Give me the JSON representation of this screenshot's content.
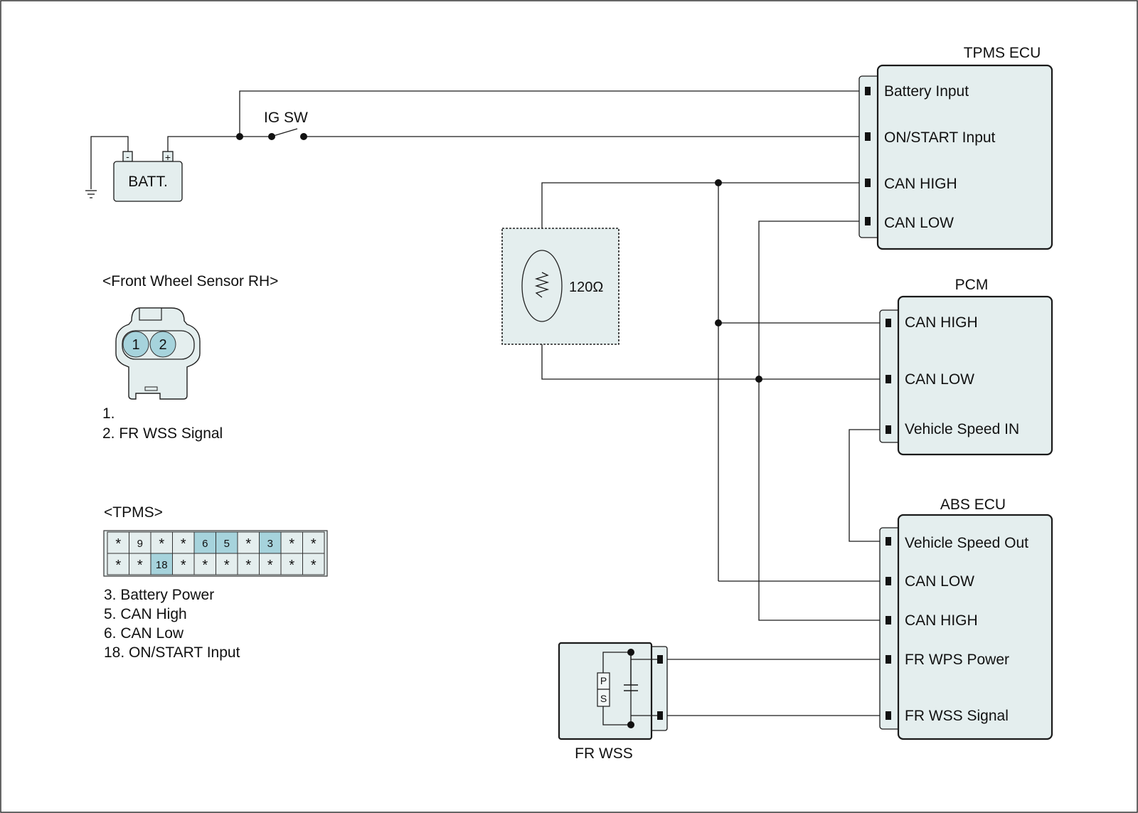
{
  "components": {
    "tpms_ecu": {
      "title": "TPMS ECU",
      "pins": [
        "Battery Input",
        "ON/START Input",
        "CAN HIGH",
        "CAN LOW"
      ]
    },
    "pcm": {
      "title": "PCM",
      "pins": [
        "CAN HIGH",
        "CAN LOW",
        "Vehicle Speed IN"
      ]
    },
    "abs_ecu": {
      "title": "ABS ECU",
      "pins": [
        "Vehicle Speed Out",
        "CAN LOW",
        "CAN HIGH",
        "FR WPS Power",
        "FR WSS Signal"
      ]
    },
    "battery": {
      "label": "BATT.",
      "minus": "-",
      "plus": "+"
    },
    "ig_switch": {
      "label": "IG SW"
    },
    "resistor": {
      "label": "120Ω"
    },
    "fr_wss": {
      "label": "FR WSS",
      "p": "P",
      "s": "S"
    }
  },
  "front_wheel_connector": {
    "title": "<Front Wheel Sensor RH>",
    "pin_numbers": [
      "1",
      "2"
    ],
    "pin_list": [
      "1.",
      "2. FR WSS Signal"
    ]
  },
  "tpms_connector": {
    "title": "<TPMS>",
    "row1": [
      "*",
      "9",
      "*",
      "*",
      "6",
      "5",
      "*",
      "3",
      "*",
      "*"
    ],
    "row2": [
      "*",
      "*",
      "18",
      "*",
      "*",
      "*",
      "*",
      "*",
      "*",
      "*"
    ],
    "highlighted": [
      "6",
      "5",
      "3",
      "18"
    ],
    "pin_list": [
      "3. Battery Power",
      "5. CAN High",
      "6. CAN Low",
      "18. ON/START Input"
    ]
  },
  "colors": {
    "box_fill": "#e4eeee",
    "pin_highlight": "#a6d3dc",
    "line": "#1a1a1a"
  }
}
